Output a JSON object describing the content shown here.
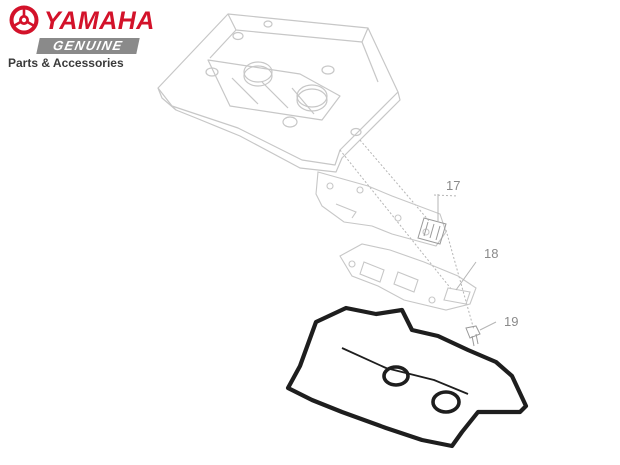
{
  "brand": {
    "wordmark": "YAMAHA",
    "genuine": "GENUINE",
    "tagline": "Parts & Accessories",
    "colors": {
      "red": "#d3122a",
      "gray": "#8a8a8a"
    }
  },
  "parts": {
    "label_17": "17",
    "label_18": "18",
    "label_19": "19"
  }
}
